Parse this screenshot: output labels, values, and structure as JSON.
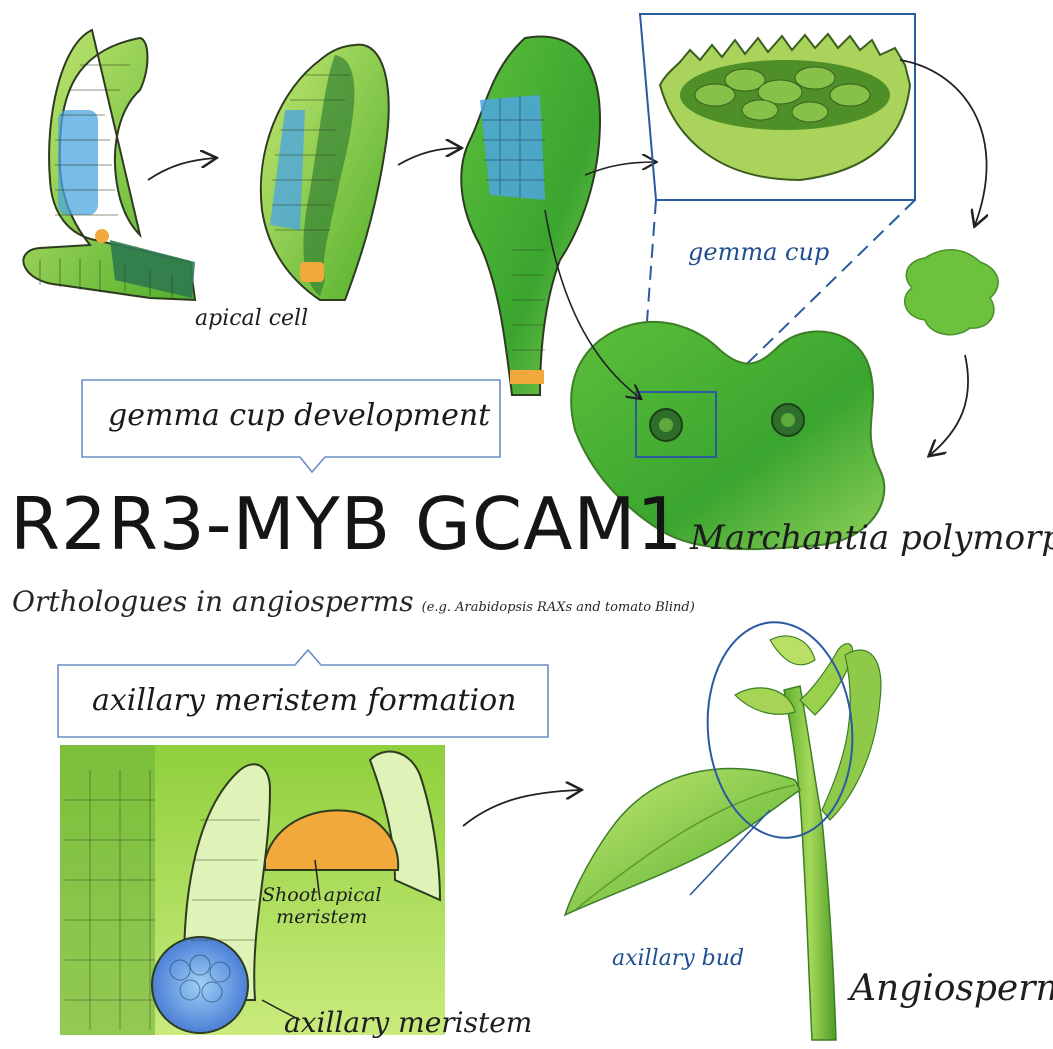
{
  "title": "R2R3-MYB GCAM1",
  "subtitle": {
    "main": "Orthologues in angiosperms",
    "note": "(e.g. Arabidopsis RAXs and tomato Blind)"
  },
  "callouts": {
    "top": "gemma cup development",
    "bottom": "axillary meristem formation"
  },
  "labels": {
    "apical_cell": "apical cell",
    "gemma_cup": "gemma cup",
    "marchantia": "Marchantia polymorpha",
    "shoot_apical_meristem_line1": "Shoot apical",
    "shoot_apical_meristem_line2": "meristem",
    "axillary_meristem": "axillary meristem",
    "axillary_bud": "axillary bud",
    "angiosperms": "Angiosperms"
  },
  "colors": {
    "leaf_green": "#6fbf2e",
    "light_green": "#b7e06a",
    "dark_green": "#2f7d32",
    "cell_blue": "#4f9fd9",
    "meristem_orange": "#f2a93b",
    "ink_blue": "#1f4f8e",
    "ink": "#222222"
  }
}
